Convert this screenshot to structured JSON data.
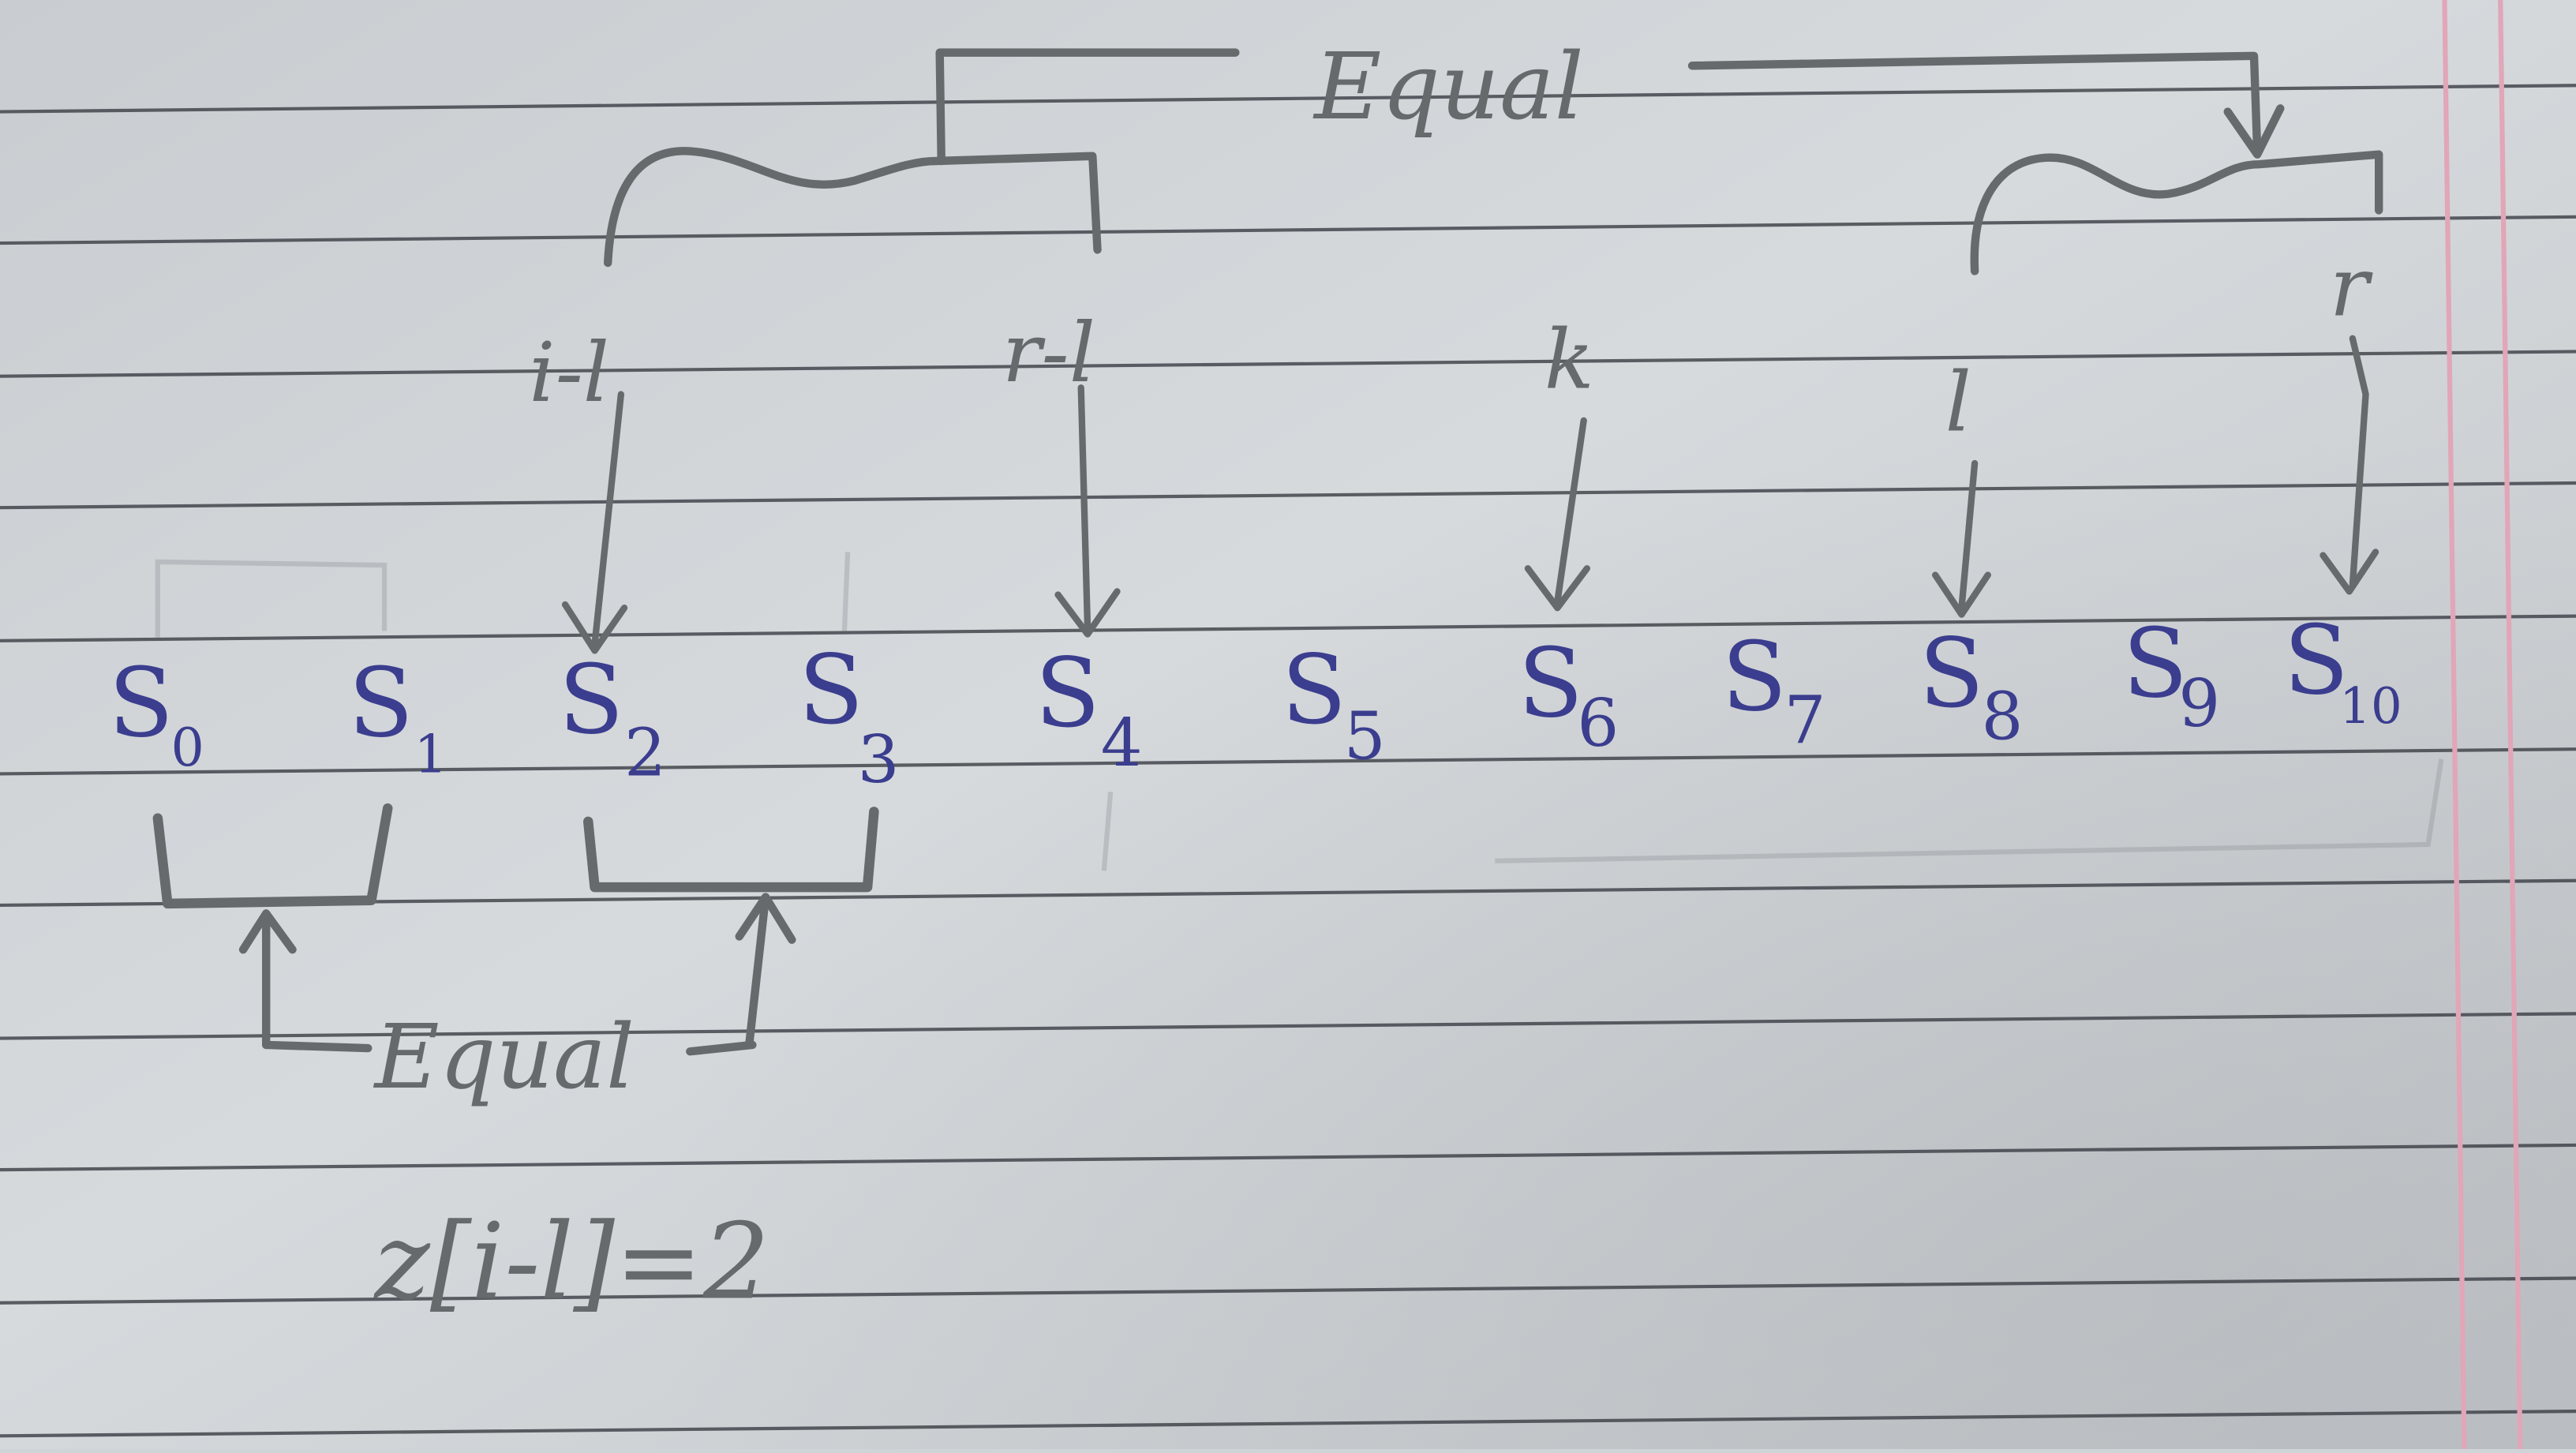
{
  "diagram": {
    "top_label": "Equal",
    "bottom_label": "Equal",
    "pointers": [
      {
        "id": "i-l",
        "label": "i-l",
        "target": "S2"
      },
      {
        "id": "r-l",
        "label": "r-l",
        "target": "S4"
      },
      {
        "id": "k",
        "label": "k",
        "target": "S6"
      },
      {
        "id": "l",
        "label": "l",
        "target": "S8"
      },
      {
        "id": "r",
        "label": "r",
        "target": "S10"
      }
    ],
    "symbols": [
      {
        "base": "S",
        "sub": "0"
      },
      {
        "base": "S",
        "sub": "1"
      },
      {
        "base": "S",
        "sub": "2"
      },
      {
        "base": "S",
        "sub": "3"
      },
      {
        "base": "S",
        "sub": "4"
      },
      {
        "base": "S",
        "sub": "5"
      },
      {
        "base": "S",
        "sub": "6"
      },
      {
        "base": "S",
        "sub": "7"
      },
      {
        "base": "S",
        "sub": "8"
      },
      {
        "base": "S",
        "sub": "9"
      },
      {
        "base": "S",
        "sub": "10"
      }
    ],
    "equation": "z[i-l]=2"
  },
  "colors": {
    "paper": "#d2d6da",
    "rule_line": "#3a3d44",
    "margin_line": "#e1a6b8",
    "pencil": "#676a6c",
    "ink": "#3b3d8e"
  }
}
